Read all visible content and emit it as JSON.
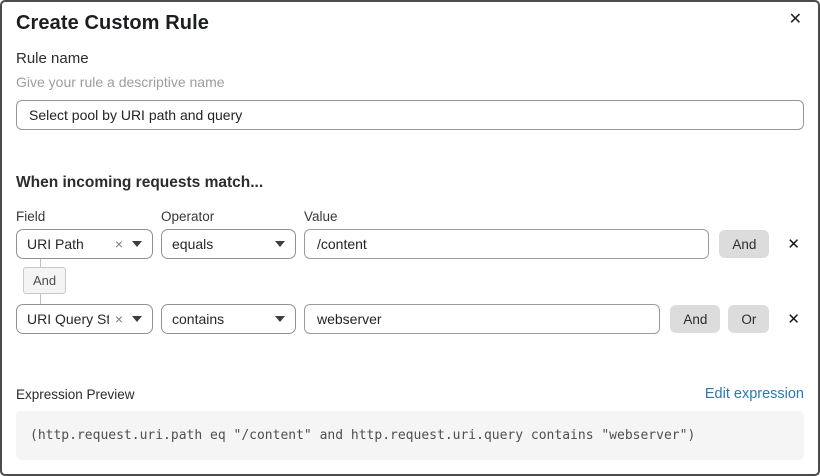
{
  "dialog": {
    "title": "Create Custom Rule",
    "close_icon": "✕"
  },
  "rule_name": {
    "label": "Rule name",
    "hint": "Give your rule a descriptive name",
    "value": "Select pool by URI path and query"
  },
  "matcher": {
    "heading": "When incoming requests match...",
    "columns": {
      "field": "Field",
      "operator": "Operator",
      "value": "Value"
    },
    "connector_label": "And",
    "rows": [
      {
        "field": "URI Path",
        "clear_icon": "×",
        "operator": "equals",
        "value": "/content",
        "buttons": [
          "And"
        ],
        "delete_icon": "✕"
      },
      {
        "field": "URI Query St...",
        "clear_icon": "×",
        "operator": "contains",
        "value": "webserver",
        "buttons": [
          "And",
          "Or"
        ],
        "delete_icon": "✕"
      }
    ]
  },
  "expression": {
    "label": "Expression Preview",
    "edit_link": "Edit expression",
    "code": "(http.request.uri.path eq \"/content\" and http.request.uri.query contains \"webserver\")"
  },
  "colors": {
    "link": "#2779bd",
    "button_bg": "#dcdcdd",
    "code_bg": "#f5f5f5",
    "dialog_border": "#4b4b4b"
  }
}
